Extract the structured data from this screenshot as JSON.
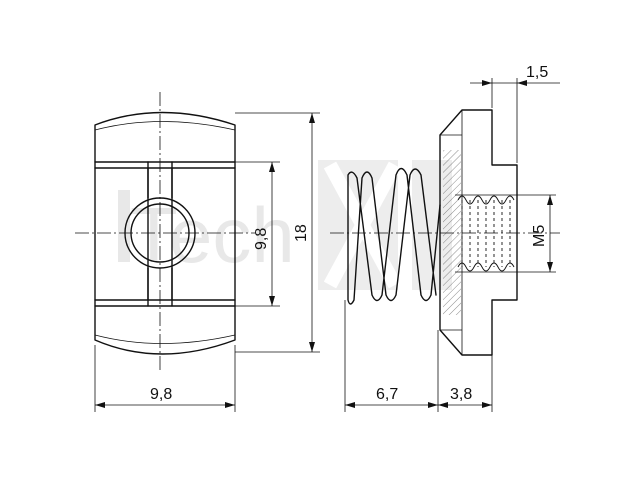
{
  "watermark": {
    "text": "Tech",
    "color": "#cccccc"
  },
  "dimensions": {
    "front_width": "9,8",
    "slot_height": "9,8",
    "total_height": "18",
    "spring_length": "6,7",
    "nut_length": "3,8",
    "flange_thickness": "1,5",
    "thread": "M5"
  },
  "colors": {
    "line": "#111111",
    "background": "#ffffff"
  }
}
